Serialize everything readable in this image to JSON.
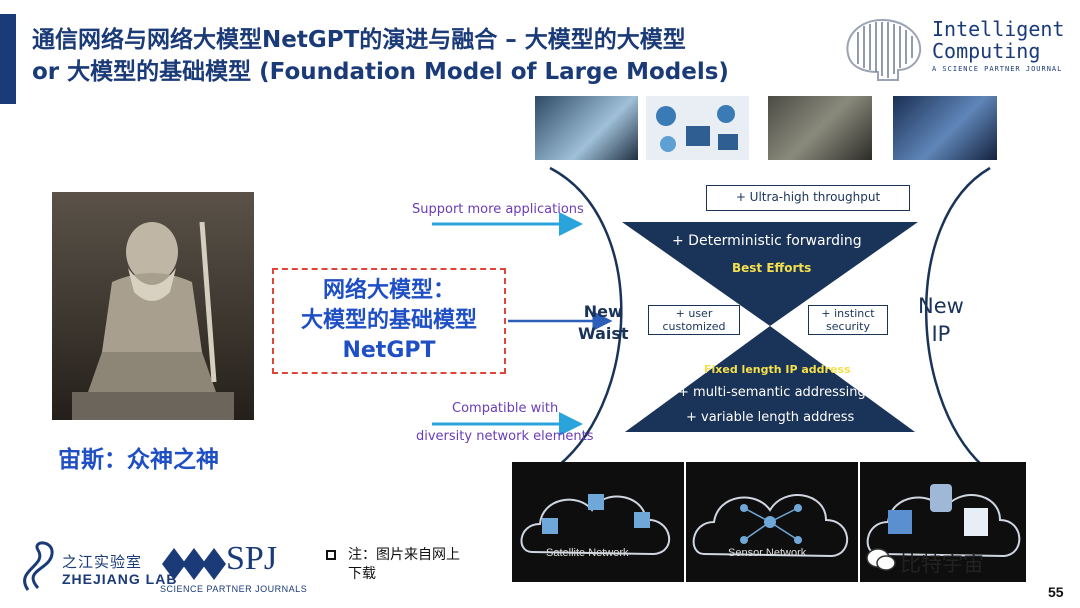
{
  "title": {
    "line1": "通信网络与网络大模型NetGPT的演进与融合 – 大模型的大模型",
    "line2": "or 大模型的基础模型 (Foundation Model of Large Models)"
  },
  "brand": {
    "name_line1": "Intelligent",
    "name_line2": "Computing",
    "tagline": "A SCIENCE PARTNER JOURNAL"
  },
  "left_panel": {
    "caption": "宙斯：众神之神",
    "box_lines": [
      "网络大模型：",
      "大模型的基础模型",
      "NetGPT"
    ]
  },
  "diagram": {
    "support_label": "Support more applications",
    "compatible_label_1": "Compatible with",
    "compatible_label_2": "diversity network elements",
    "new_waist": [
      "New",
      "Waist"
    ],
    "new_ip": [
      "New",
      "IP"
    ],
    "ultra_high": "+ Ultra-high throughput",
    "deterministic": "+ Deterministic forwarding",
    "best_efforts": "Best Efforts",
    "user_customized": [
      "+ user",
      "customized"
    ],
    "instinct_security": [
      "+ instinct",
      "security"
    ],
    "fixed_length": "Fixed length IP address",
    "multi_semantic": "+ multi-semantic addressing",
    "variable_length": "+ variable length address",
    "networks": [
      "Satellite Network",
      "Sensor Network"
    ]
  },
  "footer": {
    "zhejiang_cn": "之江实验室",
    "zhejiang_en": "ZHEJIANG LAB",
    "spj": "SPJ",
    "spj_sub": "SCIENCE PARTNER JOURNALS",
    "note_line1": "注：图片来自网上",
    "note_line2": "下载",
    "wechat": "比特宇宙",
    "page_number": "55"
  },
  "colors": {
    "title": "#1a3a78",
    "accent_blue": "#1f4fc4",
    "diagram_navy": "#1a3358",
    "highlight_yellow": "#f4e04d",
    "arrow": "#2aa4dc",
    "red_dash": "#e0453a"
  }
}
